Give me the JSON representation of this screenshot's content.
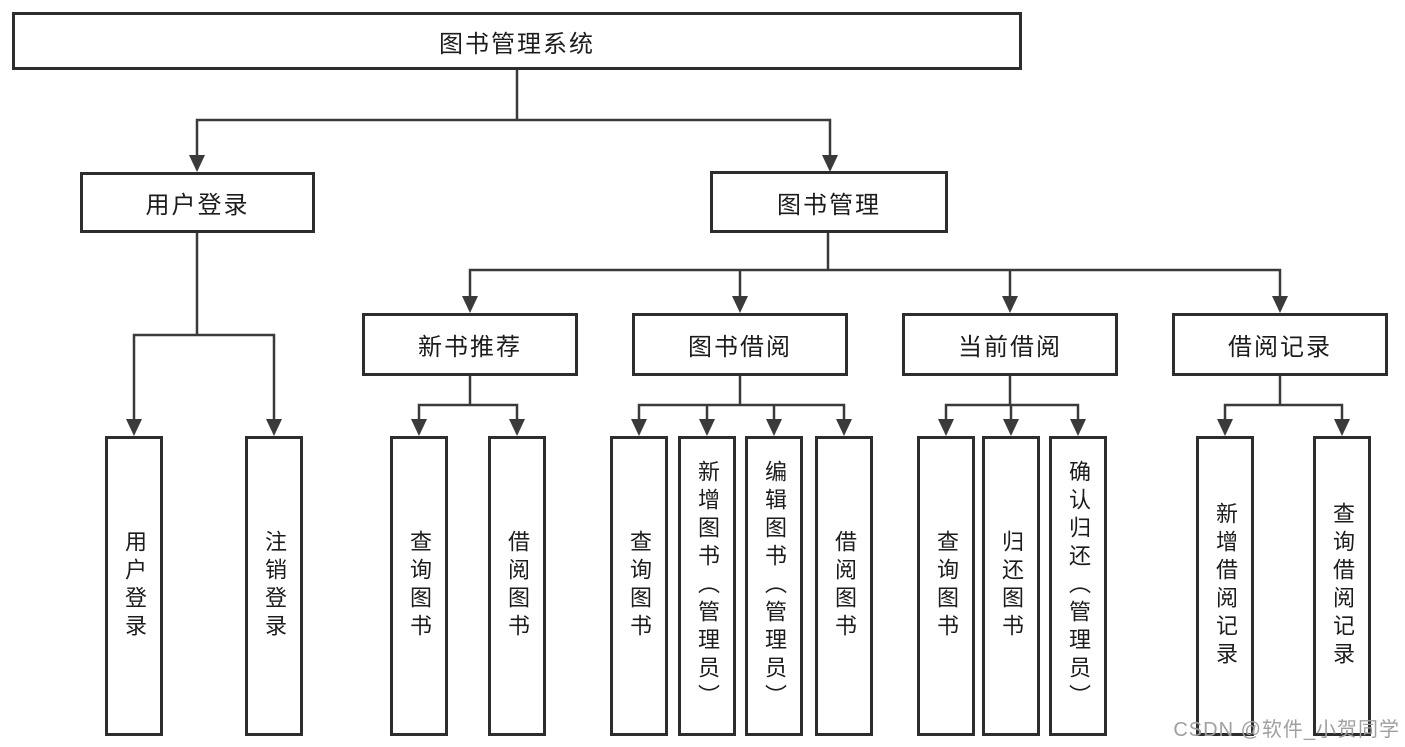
{
  "diagram": {
    "tree": {
      "label": "图书管理系统",
      "children": [
        {
          "label": "用户登录",
          "children": [
            {
              "label": "用户登录"
            },
            {
              "label": "注销登录"
            }
          ]
        },
        {
          "label": "图书管理",
          "children": [
            {
              "label": "新书推荐",
              "children": [
                {
                  "label": "查询图书"
                },
                {
                  "label": "借阅图书"
                }
              ]
            },
            {
              "label": "图书借阅",
              "children": [
                {
                  "label": "查询图书"
                },
                {
                  "label": "新增图书（管理员）"
                },
                {
                  "label": "编辑图书（管理员）"
                },
                {
                  "label": "借阅图书"
                }
              ]
            },
            {
              "label": "当前借阅",
              "children": [
                {
                  "label": "查询图书"
                },
                {
                  "label": "归还图书"
                },
                {
                  "label": "确认归还（管理员）"
                }
              ]
            },
            {
              "label": "借阅记录",
              "children": [
                {
                  "label": "新增借阅记录"
                },
                {
                  "label": "查询借阅记录"
                }
              ]
            }
          ]
        }
      ]
    }
  },
  "watermark": {
    "text": "CSDN @软件_小贺同学"
  },
  "colors": {
    "line": "#3a3a3a",
    "border": "#2d2d2d",
    "text": "#1c1c1c",
    "watermark": "#a0a0a0",
    "background": "#ffffff"
  }
}
